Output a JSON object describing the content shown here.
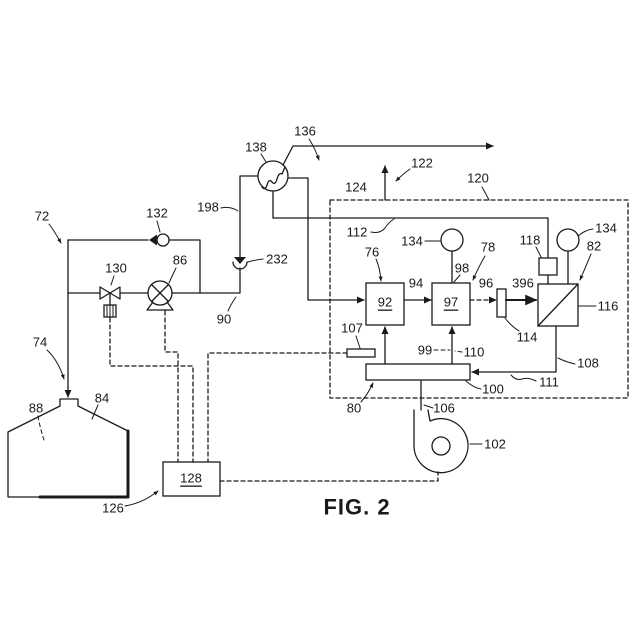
{
  "figure": {
    "caption": "FIG. 2"
  },
  "reference_numerals": {
    "system": "72",
    "tank_feed": "74",
    "tank": "84",
    "tank_contents": "88",
    "check_valve_upper": "132",
    "valve": "130",
    "pump": "86",
    "pump_outlet_line": "90",
    "riser_line": "198",
    "check_valve_riser": "232",
    "heat_exchanger": "138",
    "exchanger_outlet": "136",
    "exhaust_arrow": "124",
    "exhaust_outlet": "122",
    "enclosure": "120",
    "return_line": "112",
    "first_stage": "76",
    "first_block": "92",
    "first_link": "94",
    "second_block": "97",
    "second_stage": "78",
    "sensor_line": "98",
    "sensor_left": "134",
    "second_link": "96",
    "inline_element": "114",
    "third_link": "396",
    "third_stage": "82",
    "third_block": "116",
    "top_block": "118",
    "sensor_right": "134",
    "port_element": "107",
    "feed_left": "99",
    "feed_right": "110",
    "manifold": "100",
    "manifold_return": "108",
    "manifold_lead": "111",
    "manifold_group": "80",
    "blower_duct": "106",
    "blower": "102",
    "controller": "128",
    "controller_pointer": "126"
  }
}
